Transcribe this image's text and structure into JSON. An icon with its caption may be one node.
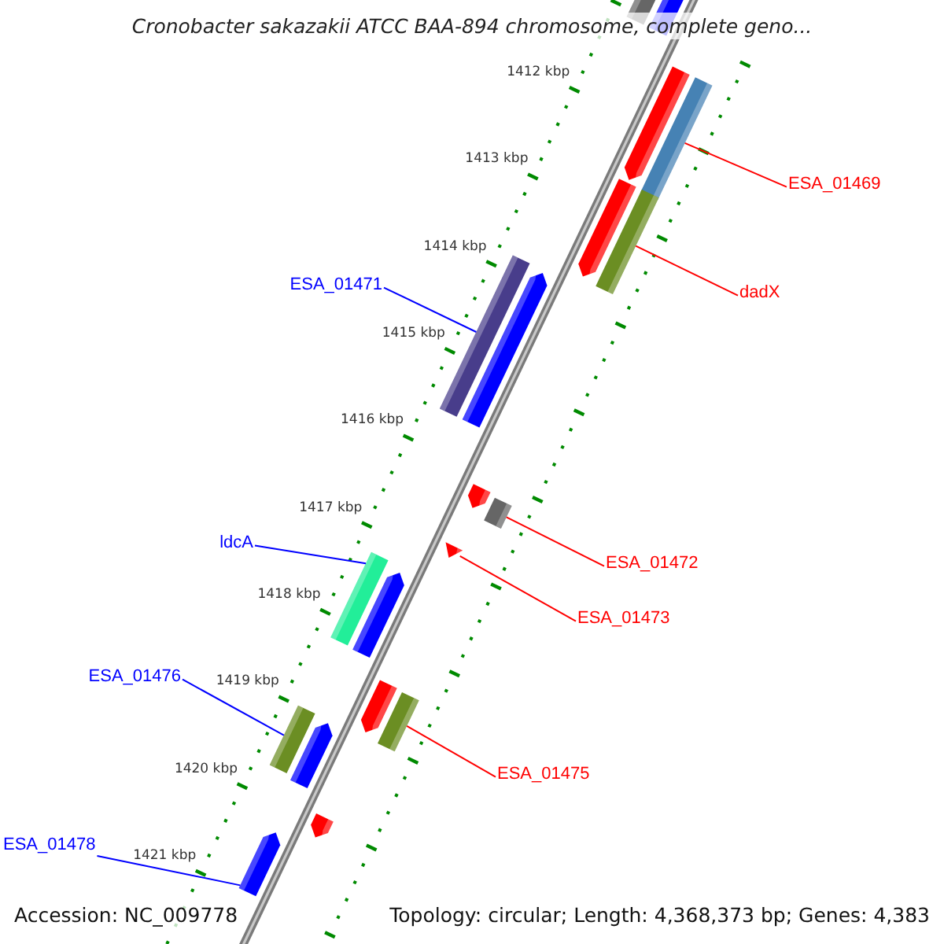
{
  "diagram": {
    "title": "Cronobacter sakazakii ATCC BAA-894 chromosome, complete geno...",
    "nodes": [
      {
        "text": [
          "ESA_01469"
        ]
      },
      {
        "text": [
          "ESA_01471"
        ]
      },
      {
        "text": [
          "dadX"
        ]
      },
      {
        "text": [
          "ldcA"
        ]
      },
      {
        "text": [
          "ESA_01472"
        ]
      },
      {
        "text": [
          "ESA_01473"
        ]
      },
      {
        "text": [
          "ESA_01476"
        ]
      },
      {
        "text": [
          "ESA_01475"
        ]
      },
      {
        "text": [
          "ESA_01478"
        ]
      },
      {
        "text": [],
        "shape": "box"
      },
      {
        "text": [],
        "shape": "box"
      },
      {
        "text": [],
        "shape": "box"
      },
      {
        "text": [],
        "shape": "box"
      },
      {
        "text": [],
        "shape": "box"
      },
      {
        "text": [],
        "shape": "triangle"
      },
      {
        "text": [],
        "shape": "box"
      },
      {
        "text": [],
        "shape": "box"
      },
      {
        "text": [],
        "shape": "arrow"
      }
    ],
    "edges": [
      {
        "from": 0,
        "to": 9,
        "arrow": "none"
      },
      {
        "from": 1,
        "to": 10,
        "arrow": "none",
        "color": "#0000ff"
      },
      {
        "from": 2,
        "to": 11,
        "arrow": "none"
      },
      {
        "from": 3,
        "to": 12,
        "arrow": "none",
        "color": "#0000ff"
      },
      {
        "from": 4,
        "to": 13,
        "arrow": "none"
      },
      {
        "from": 5,
        "to": 14,
        "arrow": "none"
      },
      {
        "from": 6,
        "to": 15,
        "arrow": "none",
        "color": "#0000ff"
      },
      {
        "from": 7,
        "to": 16,
        "arrow": "none"
      },
      {
        "from": 8,
        "to": 17,
        "arrow": "none",
        "color": "#0000ff"
      }
    ],
    "labels": [
      "1412 kbp",
      "1413 kbp",
      "1414 kbp",
      "1415 kbp",
      "1416 kbp",
      "1417 kbp",
      "1418 kbp",
      "1419 kbp",
      "1420 kbp",
      "1421 kbp",
      "Accession: NC_009778",
      "Topology: circular; Length: 4,368,373 bp; Genes: 4,383"
    ]
  }
}
